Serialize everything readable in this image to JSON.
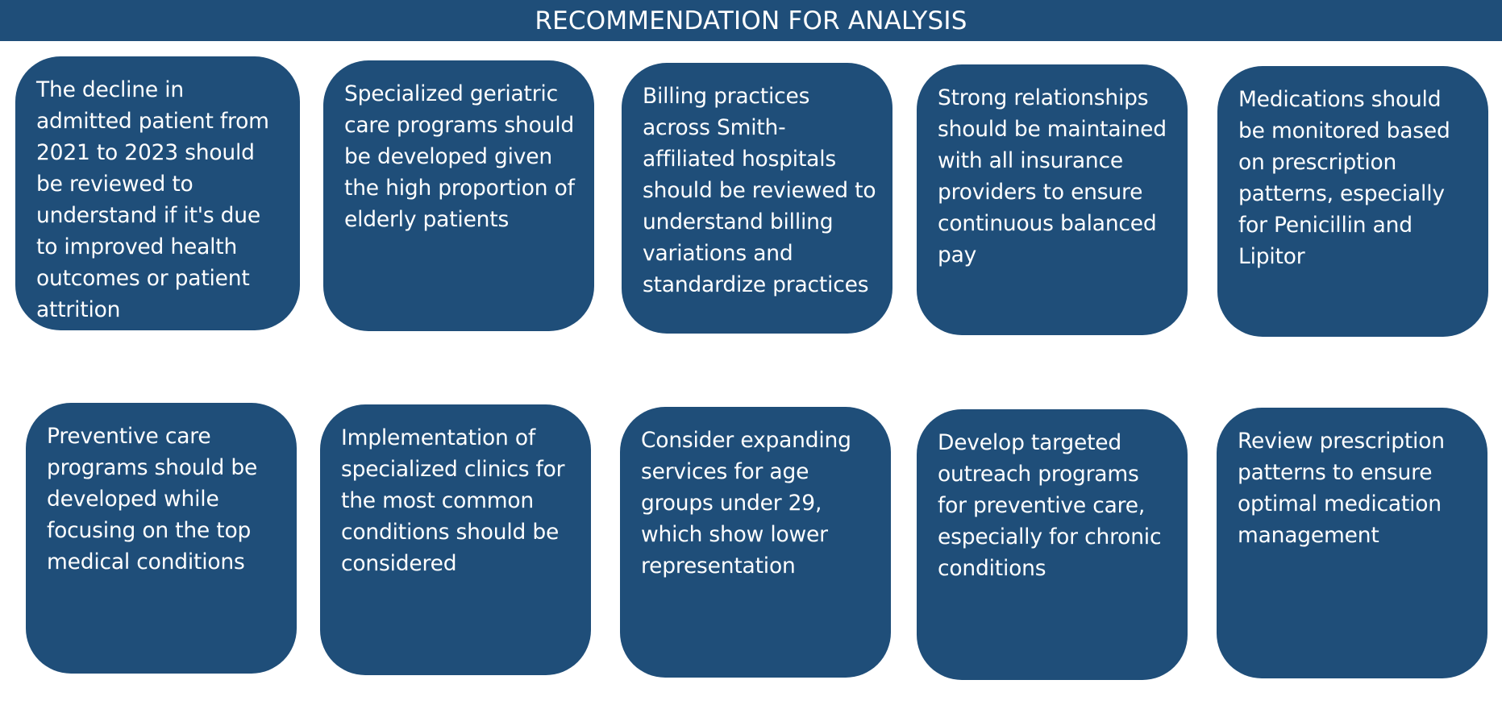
{
  "header": {
    "title": "RECOMMENDATION FOR ANALYSIS"
  },
  "colors": {
    "card_background": "#1f4e79",
    "text": "#ffffff",
    "page_background": "#ffffff"
  },
  "recommendations": [
    {
      "text": "The decline in admitted patient from 2021 to 2023 should be reviewed to understand if it's due to improved health outcomes or patient attrition"
    },
    {
      "text": "Specialized geriatric care programs should be developed given the high proportion of elderly patients"
    },
    {
      "text": "Billing practices across Smith-affiliated hospitals should be reviewed to understand billing variations and standardize practices"
    },
    {
      "text": "Strong relationships should be maintained with all insurance providers to ensure continuous balanced pay"
    },
    {
      "text": "Medications should be monitored based on prescription patterns, especially for Penicillin and Lipitor"
    },
    {
      "text": "Preventive care programs should be developed while focusing on the top medical conditions"
    },
    {
      "text": "Implementation of specialized clinics for the most common conditions should be considered"
    },
    {
      "text": "Consider expanding services for age groups under 29, which show lower representation"
    },
    {
      "text": "Develop targeted outreach programs for preventive care, especially for chronic conditions"
    },
    {
      "text": "Review prescription patterns to ensure optimal medication management"
    }
  ]
}
